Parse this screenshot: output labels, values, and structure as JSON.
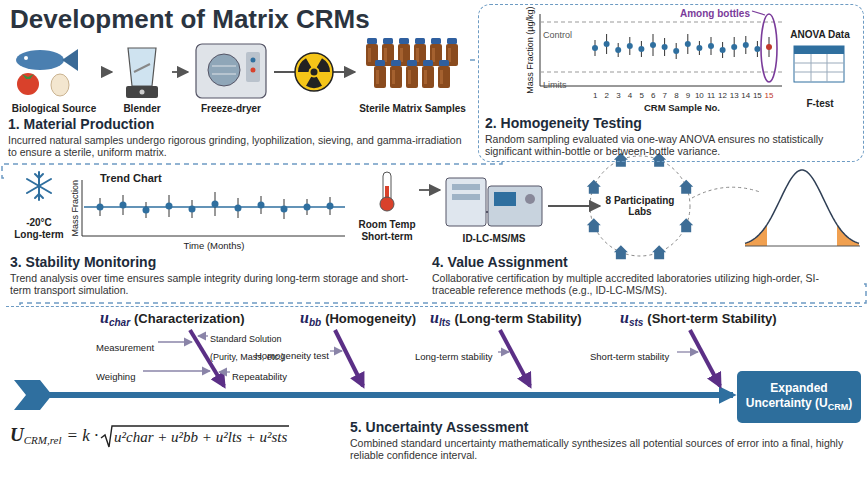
{
  "diagram": {
    "title": "Development of Matrix CRMs",
    "nodes": [
      {
        "text": [
          "1. Material Production",
          "Incurred natural samples undergo rigorous grinding, lyophilization, sieving, and gamma-irradiation to ensure a sterile, uniform matrix."
        ]
      },
      {
        "text": [
          "Biological Source"
        ],
        "in": 0
      },
      {
        "text": [
          "Blender"
        ],
        "in": 0
      },
      {
        "text": [
          "Freeze-dryer"
        ],
        "in": 0
      },
      {
        "text": [
          "Sterile Matrix Samples"
        ],
        "in": 0
      },
      {
        "text": [
          "2. Homogeneity Testing",
          "Random sampling evaluated via one-way ANOVA ensures no statistically significant within-bottle or between-bottle variance."
        ]
      },
      {
        "text": [
          "ANOVA Data",
          "F-test"
        ],
        "in": 5
      },
      {
        "text": [
          "3. Stability Monitoring",
          "Trend analysis over time ensures sample integrity during long-term storage and short-term transport simulation."
        ]
      },
      {
        "text": [
          "-20°C Long-term"
        ],
        "in": 7
      },
      {
        "text": [
          "Room Temp Short-term"
        ],
        "in": 7
      },
      {
        "text": [
          "4. Value Assignment",
          "Collaborative certification by multiple accredited laboratories utilizing high-order, SI-traceable reference methods (e.g., ID-LC-MS/MS)."
        ]
      },
      {
        "text": [
          "ID-LC-MS/MS"
        ],
        "in": 10
      },
      {
        "text": [
          "8 Participating Labs"
        ],
        "in": 10
      },
      {
        "text": [
          "5. Uncertainty Assessment",
          "Combined standard uncertainty mathematically synthesizes all potential sources of error into a final, highly reliable confidence interval."
        ]
      },
      {
        "text": [
          "Expanded Uncertainty (U",
          "CRM",
          ")"
        ],
        "in": 13
      }
    ],
    "edges": [
      {
        "from": 1,
        "to": 2,
        "arrow": "to"
      },
      {
        "from": 2,
        "to": 3,
        "arrow": "to"
      },
      {
        "from": 3,
        "to": 4,
        "arrow": "to"
      },
      {
        "from": 4,
        "to": 5,
        "arrow": "none"
      },
      {
        "from": 5,
        "to": 7,
        "arrow": "none"
      },
      {
        "from": 9,
        "to": 11,
        "arrow": "to"
      },
      {
        "from": 11,
        "to": 12,
        "arrow": "to"
      },
      {
        "from": 10,
        "to": 13,
        "arrow": "none"
      }
    ],
    "labels": [
      "Mass Fraction (µg/kg)",
      "Control",
      "Limits",
      "Among bottles",
      "1",
      "2",
      "3",
      "4",
      "5",
      "6",
      "7",
      "8",
      "9",
      "10",
      "11",
      "12",
      "13",
      "14",
      "15",
      "15",
      "CRM Sample No.",
      "Trend Chart",
      "Mass Fraction",
      "Time (Months)",
      "u",
      "char",
      "(Characterization)",
      "Measurement",
      "Standard Solution (Purity, Mass, etc.)",
      "Weighing",
      "Repeatability",
      "u",
      "bb",
      "(Homogeneity)",
      "Homogeneity test",
      "u",
      "lts",
      "(Long-term Stability)",
      "Long-term stability",
      "u",
      "sts",
      "(Short-term Stability)",
      "Short-term stability",
      "U",
      "CRM,rel",
      "= k ·",
      "u²char + u²bb + u²lts + u²sts"
    ]
  }
}
